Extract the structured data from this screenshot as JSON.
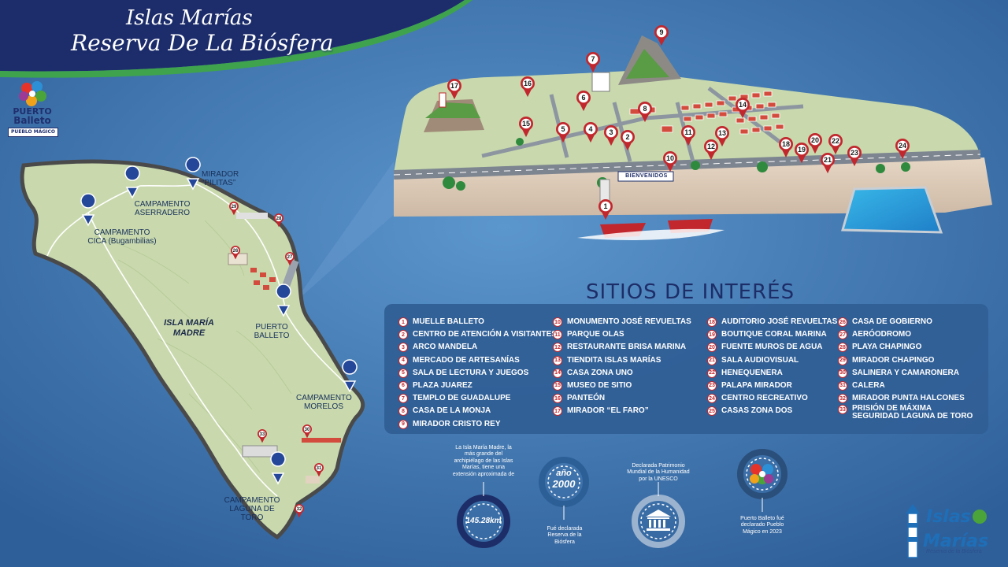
{
  "header": {
    "title_line1": "Islas Marías",
    "title_line2": "Reserva De La Biósfera"
  },
  "logo_top": {
    "line1": "PUERTO",
    "line2": "Balleto",
    "line3": "PUEBLO MÁGICO"
  },
  "map_labels": {
    "mirador_pilitas": "MIRADOR",
    "mirador_pilitas_sub": "“PILITAS”",
    "aserradero": "CAMPAMENTO",
    "aserradero_sub": "ASERRADERO",
    "cica": "CAMPAMENTO",
    "cica_sub": "CICA (Bugambilias)",
    "island_name": "ISLA MARÍA MADRE",
    "puerto": "PUERTO",
    "puerto_sub": "BALLETO",
    "morelos": "CAMPAMENTO",
    "morelos_sub": "MORELOS",
    "laguna": "CAMPAMENTO",
    "laguna_sub": "LAGUNA DE",
    "laguna_sub2": "TORO",
    "bienvenidos": "BIENVENIDOS"
  },
  "sitios": {
    "title": "SITIOS DE INTERÉS",
    "columns": [
      [
        {
          "n": "1",
          "t": "MUELLE BALLETO"
        },
        {
          "n": "2",
          "t": "CENTRO DE ATENCIÓN A VISITANTES"
        },
        {
          "n": "3",
          "t": "ARCO MANDELA"
        },
        {
          "n": "4",
          "t": "MERCADO DE ARTESANÍAS"
        },
        {
          "n": "5",
          "t": "SALA DE LECTURA Y JUEGOS"
        },
        {
          "n": "6",
          "t": "PLAZA JUAREZ"
        },
        {
          "n": "7",
          "t": "TEMPLO DE GUADALUPE"
        },
        {
          "n": "8",
          "t": "CASA DE LA MONJA"
        },
        {
          "n": "9",
          "t": "MIRADOR CRISTO REY"
        }
      ],
      [
        {
          "n": "10",
          "t": "MONUMENTO JOSÉ REVUELTAS"
        },
        {
          "n": "11",
          "t": "PARQUE OLAS"
        },
        {
          "n": "12",
          "t": "RESTAURANTE BRISA MARINA"
        },
        {
          "n": "13",
          "t": "TIENDITA ISLAS MARÍAS"
        },
        {
          "n": "14",
          "t": "CASA ZONA UNO"
        },
        {
          "n": "15",
          "t": "MUSEO DE SITIO"
        },
        {
          "n": "16",
          "t": "PANTEÓN"
        },
        {
          "n": "17",
          "t": "MIRADOR “EL FARO”"
        }
      ],
      [
        {
          "n": "18",
          "t": "AUDITORIO JOSÉ REVUELTAS"
        },
        {
          "n": "19",
          "t": "BOUTIQUE CORAL MARINA"
        },
        {
          "n": "20",
          "t": "FUENTE MUROS DE AGUA"
        },
        {
          "n": "21",
          "t": "SALA AUDIOVISUAL"
        },
        {
          "n": "22",
          "t": "HENEQUENERA"
        },
        {
          "n": "23",
          "t": "PALAPA MIRADOR"
        },
        {
          "n": "24",
          "t": "CENTRO RECREATIVO"
        },
        {
          "n": "25",
          "t": "CASAS ZONA DOS"
        }
      ],
      [
        {
          "n": "26",
          "t": "CASA DE GOBIERNO"
        },
        {
          "n": "27",
          "t": "AERÓODROMO"
        },
        {
          "n": "28",
          "t": "PLAYA CHAPINGO"
        },
        {
          "n": "29",
          "t": "MIRADOR CHAPINGO"
        },
        {
          "n": "30",
          "t": "SALINERA Y CAMARONERA"
        },
        {
          "n": "31",
          "t": "CALERA"
        },
        {
          "n": "32",
          "t": "MIRADOR PUNTA HALCONES"
        },
        {
          "n": "33",
          "t": "PRISIÓN DE MÁXIMA SEGURIDAD LAGUNA DE TORO"
        }
      ]
    ]
  },
  "info": {
    "area_text": "La Isla María Madre, la más grande del archipiélago de las Islas Marías, tiene una extensión aproximada de",
    "area_value": "145.28km",
    "year_label": "año",
    "year_value": "2000",
    "year_text": "Fué declarada Reserva de la Biósfera",
    "unesco_text": "Declarada Patrimonio Mundial de la Humanidad por la UNESCO",
    "pueblo_text": "Puerto Balleto fué declarado Pueblo Mágico en 2023"
  },
  "brand": {
    "line1": "Islas",
    "line2": "Marías",
    "line3": "Reserva de la Biósfera"
  },
  "colors": {
    "ocean": "#3f79b3",
    "header": "#1d2c6b",
    "land": "#c9d9ad",
    "pin_red": "#c1272d",
    "pin_blue": "#25479a",
    "panel": "#305f96"
  }
}
